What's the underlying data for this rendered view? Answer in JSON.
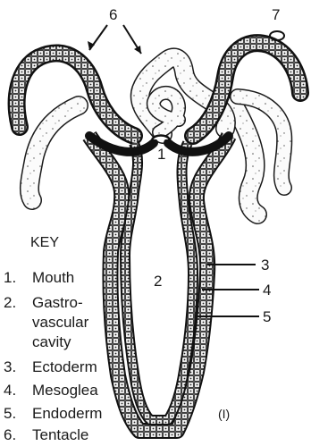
{
  "labels": {
    "tentacle_pointer": "6",
    "tentacle_tip_pointer": "7",
    "mouth_pointer": "1",
    "cavity_pointer": "2",
    "ectoderm_pointer": "3",
    "mesoglea_pointer": "4",
    "endoderm_pointer": "5",
    "figure_number": "(I)"
  },
  "key": {
    "title": "KEY",
    "items": [
      {
        "number": "1.",
        "lines": [
          "Mouth"
        ]
      },
      {
        "number": "2.",
        "lines": [
          "Gastro-",
          "vascular",
          "cavity"
        ]
      },
      {
        "number": "3.",
        "lines": [
          "Ectoderm"
        ]
      },
      {
        "number": "4.",
        "lines": [
          "Mesoglea"
        ]
      },
      {
        "number": "5.",
        "lines": [
          "Endoderm"
        ]
      },
      {
        "number": "6.",
        "lines": [
          "Tentacle"
        ]
      }
    ]
  }
}
